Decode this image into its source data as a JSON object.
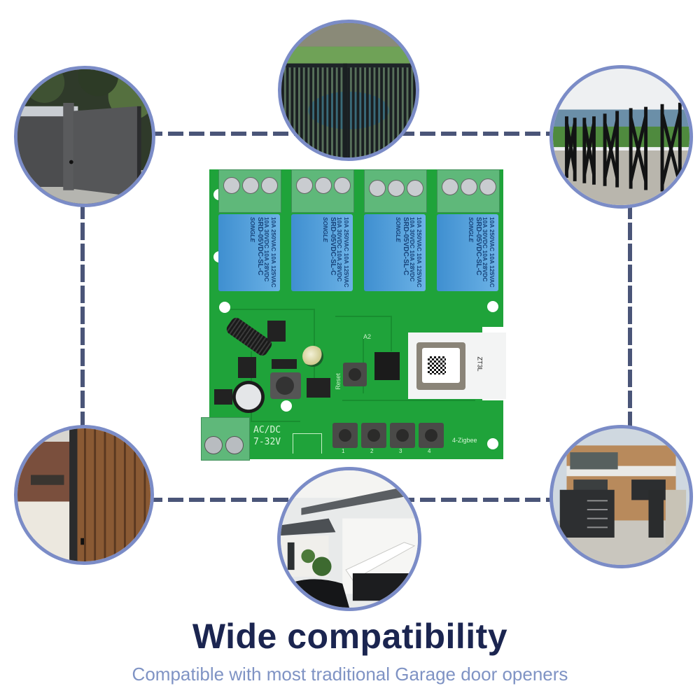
{
  "colors": {
    "circle_border": "#7b8cc7",
    "dash_line": "#4a5578",
    "title": "#1b2550",
    "subtitle": "#7f93c4",
    "pcb_green": "#1fa33a",
    "relay_blue": "#4d9fdc",
    "terminal_green": "#5fb87a"
  },
  "headline": {
    "title": "Wide compatibility",
    "subtitle": "Compatible with most traditional Garage door openers"
  },
  "photos": [
    {
      "position": "top-left",
      "subject": "Dark grey sliding gate"
    },
    {
      "position": "top-center",
      "subject": "Vertical-bar carport gate"
    },
    {
      "position": "top-right",
      "subject": "Black retractable folding gate"
    },
    {
      "position": "bottom-left",
      "subject": "Wooden slatted gate"
    },
    {
      "position": "bottom-center",
      "subject": "Up-and-over garage door"
    },
    {
      "position": "bottom-right",
      "subject": "Modern house with swing gates"
    }
  ],
  "pcb": {
    "relays": [
      {
        "label_line1": "10A 250VAC 10A 125VAC",
        "label_line2": "10A 30VDC 10A 28VDC",
        "model": "SRD-05VDC-SL-C",
        "brand": "SONGLE"
      },
      {
        "label_line1": "10A 250VAC 10A 125VAC",
        "label_line2": "10A 30VDC 10A 28VDC",
        "model": "SRD-05VDC-SL-C",
        "brand": "SONGLE"
      },
      {
        "label_line1": "10A 250VAC 10A 125VAC",
        "label_line2": "10A 30VDC 10A 28VDC",
        "model": "SRD-05VDC-SL-C",
        "brand": "SONGLE"
      },
      {
        "label_line1": "10A 250VAC 10A 125VAC",
        "label_line2": "10A 30VDC 10A 28VDC",
        "model": "SRD-05VDC-SL-C",
        "brand": "SONGLE"
      }
    ],
    "power_label_1": "AC/DC",
    "power_label_2": "7-32V",
    "reset_label": "Reset",
    "a2_label": "A2",
    "module_label": "ZT3L",
    "board_label": "4-Zigbee",
    "buttons": [
      "1",
      "2",
      "3",
      "4"
    ]
  }
}
